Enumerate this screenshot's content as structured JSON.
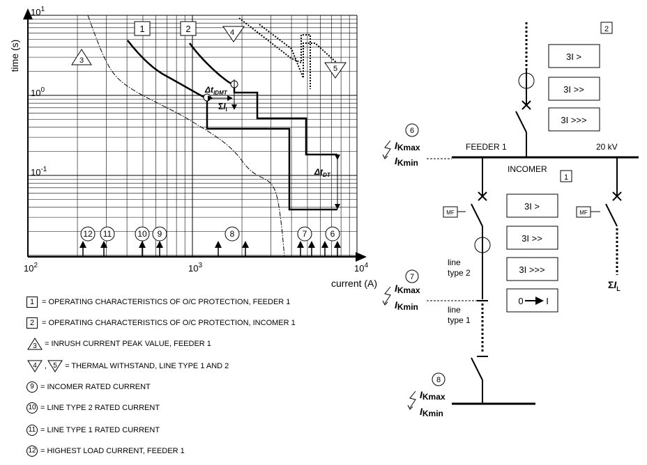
{
  "chart": {
    "ylabel": "time (s)",
    "xlabel": "current (A)",
    "y_ticks": [
      {
        "base": "10",
        "exp": "1"
      },
      {
        "base": "10",
        "exp": "0"
      },
      {
        "base": "10",
        "exp": "-1"
      }
    ],
    "x_ticks": [
      {
        "base": "10",
        "exp": "2"
      },
      {
        "base": "10",
        "exp": "3"
      },
      {
        "base": "10",
        "exp": "4"
      }
    ],
    "curve_tags": {
      "c1": "1",
      "c2": "2",
      "c3": "3",
      "c4": "4",
      "c5": "5"
    },
    "arrow_markers": [
      "12",
      "11",
      "10",
      "9",
      "8",
      "7",
      "6"
    ],
    "delta_idmt": {
      "main": "Δt",
      "sub": "IDMT"
    },
    "sum_i": {
      "main": "Σ",
      "ital": "I",
      "sub": "I"
    },
    "delta_dt": {
      "main": "Δt",
      "sub": "DT"
    }
  },
  "legend": [
    {
      "symbol": "1",
      "text": "= OPERATING CHARACTERISTICS OF O/C PROTECTION, FEEDER 1"
    },
    {
      "symbol": "2",
      "text": "= OPERATING CHARACTERISTICS OF O/C PROTECTION, INCOMER 1"
    },
    {
      "symbol": "3",
      "text": "= INRUSH CURRENT PEAK VALUE, FEEDER 1"
    },
    {
      "symbol": "4",
      "symbol2": "5",
      "separator": ",",
      "text": "= THERMAL WITHSTAND, LINE TYPE 1 AND 2"
    },
    {
      "symbol": "9",
      "text": "= INCOMER RATED CURRENT"
    },
    {
      "symbol": "10",
      "text": "= LINE TYPE 2 RATED CURRENT"
    },
    {
      "symbol": "11",
      "text": "= LINE TYPE 1 RATED CURRENT"
    },
    {
      "symbol": "12",
      "text": "= HIGHEST LOAD CURRENT, FEEDER 1"
    }
  ],
  "diagram": {
    "incomer_relay_tag": "2",
    "incomer_relays": [
      "3I >",
      "3I >>",
      "3I >>>"
    ],
    "feeder_label": "FEEDER 1",
    "voltage_label": "20 kV",
    "incomer_label": "INCOMER",
    "feeder_relay_tag": "1",
    "feeder_relays": [
      "3I >",
      "3I >>",
      "3I >>>"
    ],
    "reclose": {
      "start": "0",
      "end": "I"
    },
    "mf_left": "MF",
    "mf_right": "MF",
    "line_type_2": [
      "line",
      "type 2"
    ],
    "line_type_1": [
      "line",
      "type 1"
    ],
    "sum_il": {
      "main": "Σ",
      "ital": "I",
      "sub": "L"
    },
    "fault_points": [
      {
        "num": "6",
        "kmax": "Kmax",
        "kmin": "Kmin",
        "i": "I"
      },
      {
        "num": "7",
        "kmax": "Kmax",
        "kmin": "Kmin",
        "i": "I"
      },
      {
        "num": "8",
        "kmax": "Kmax",
        "kmin": "Kmin",
        "i": "I"
      }
    ]
  }
}
